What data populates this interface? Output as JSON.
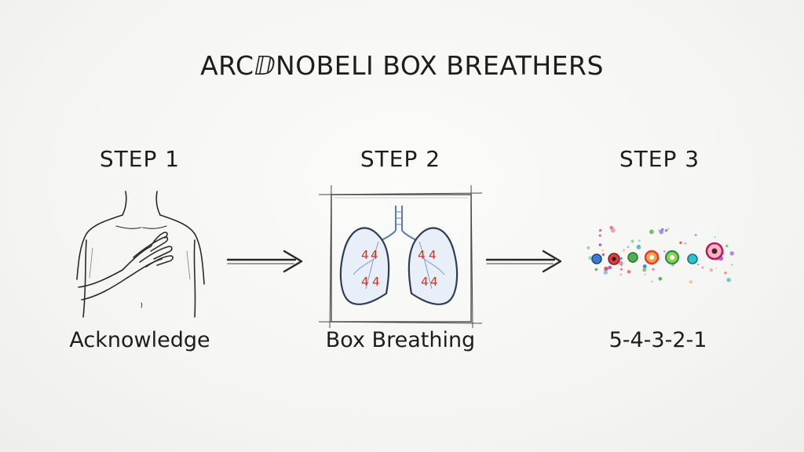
{
  "title": "ARCⅅNOBELI BOX BREATHERS",
  "steps": [
    {
      "label": "STEP 1",
      "caption": "Acknowledge",
      "icon": "hand-on-chest-icon"
    },
    {
      "label": "STEP 2",
      "caption": "Box Breathing",
      "icon": "lungs-box-icon",
      "lung_labels": [
        "4",
        "4",
        "4",
        "4",
        "4",
        "4",
        "4",
        "4"
      ]
    },
    {
      "label": "STEP 3",
      "caption": "5-4-3-2-1",
      "icon": "sensory-dots-icon"
    }
  ],
  "colors": {
    "ink": "#1d1d1d",
    "lung_blue": "#5a7fae",
    "lung_number": "#c0392b",
    "dot_palette": [
      "#e23b3b",
      "#3a7bd5",
      "#f2a23a",
      "#4caf50",
      "#9c4fd6",
      "#2ec4c4",
      "#e64a8b"
    ]
  }
}
